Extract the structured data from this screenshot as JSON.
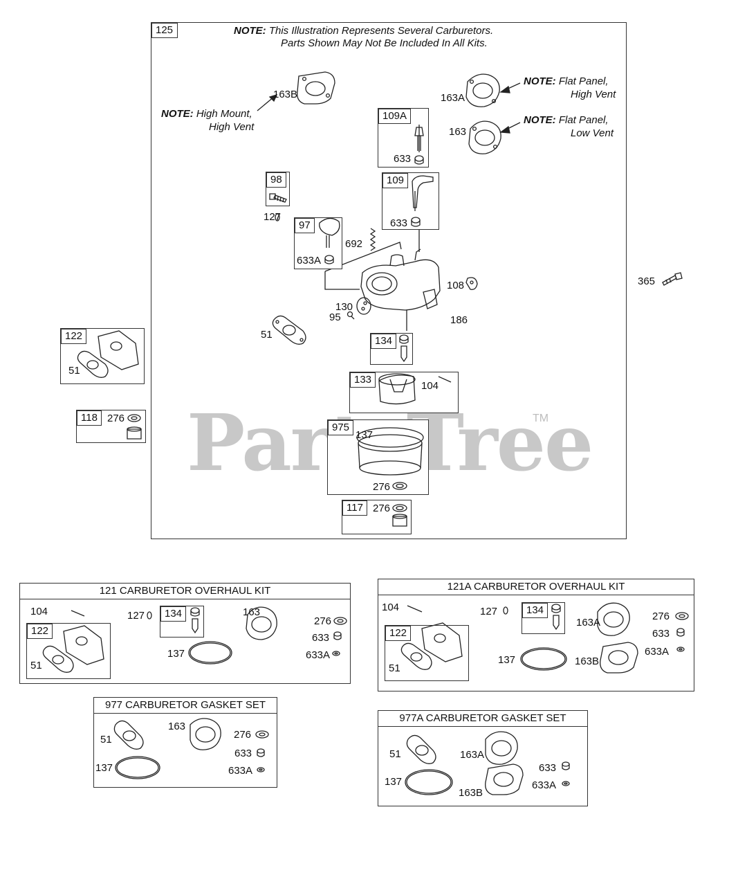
{
  "watermark": {
    "brand": "PartsTree",
    "tm": "TM"
  },
  "main": {
    "ref": "125",
    "note": {
      "prefix": "NOTE:",
      "line1": "This Illustration Represents Several Carburetors.",
      "line2": "Parts Shown May Not Be Included In All Kits."
    },
    "callouts": {
      "high_mount": {
        "prefix": "NOTE:",
        "line1": "High Mount,",
        "line2": "High Vent"
      },
      "flat_high": {
        "prefix": "NOTE:",
        "line1": "Flat Panel,",
        "line2": "High Vent"
      },
      "flat_low": {
        "prefix": "NOTE:",
        "line1": "Flat Panel,",
        "line2": "Low Vent"
      }
    },
    "parts": {
      "p163B": "163B",
      "p163A": "163A",
      "p163": "163",
      "p109A": "109A",
      "p633_a": "633",
      "p98": "98",
      "p127": "127",
      "p109": "109",
      "p633_b": "633",
      "p97": "97",
      "p692": "692",
      "p633A": "633A",
      "p108": "108",
      "p365": "365",
      "p130": "130",
      "p95": "95",
      "p186": "186",
      "p51": "51",
      "p122": "122",
      "p51_b": "51",
      "p134": "134",
      "p133": "133",
      "p104": "104",
      "p118": "118",
      "p276_a": "276",
      "p975": "975",
      "p137": "137",
      "p276_b": "276",
      "p117": "117",
      "p276_c": "276"
    }
  },
  "kits": {
    "k121": {
      "title": "121 CARBURETOR OVERHAUL KIT",
      "parts": {
        "p104": "104",
        "p127": "127",
        "p134": "134",
        "p163": "163",
        "p276": "276",
        "p633": "633",
        "p633A": "633A",
        "p137": "137",
        "p122": "122",
        "p51": "51"
      }
    },
    "k121A": {
      "title": "121A CARBURETOR OVERHAUL KIT",
      "parts": {
        "p104": "104",
        "p127": "127",
        "p134": "134",
        "p163A": "163A",
        "p276": "276",
        "p633": "633",
        "p633A": "633A",
        "p137": "137",
        "p163B": "163B",
        "p122": "122",
        "p51": "51"
      }
    },
    "k977": {
      "title": "977 CARBURETOR GASKET SET",
      "parts": {
        "p51": "51",
        "p163": "163",
        "p276": "276",
        "p633": "633",
        "p633A": "633A",
        "p137": "137"
      }
    },
    "k977A": {
      "title": "977A CARBURETOR GASKET SET",
      "parts": {
        "p51": "51",
        "p163A": "163A",
        "p633": "633",
        "p633A": "633A",
        "p137": "137",
        "p163B": "163B"
      }
    }
  }
}
